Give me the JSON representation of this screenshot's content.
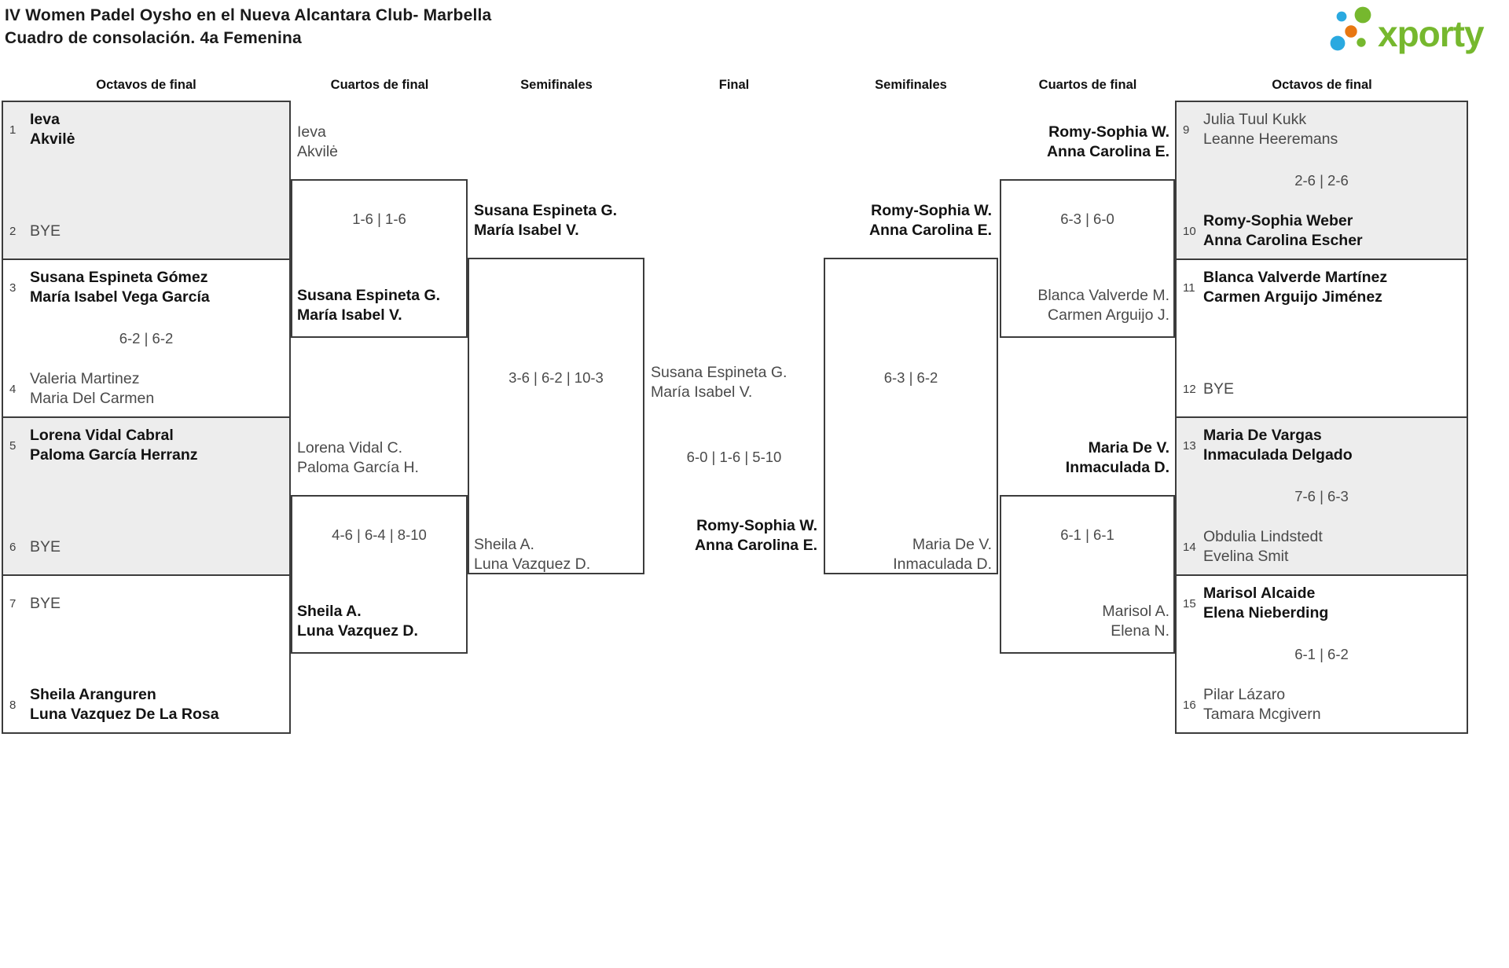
{
  "title": {
    "line1": "IV Women Padel Oysho en el Nueva Alcantara Club- Marbella",
    "line2": "Cuadro de consolación. 4a Femenina"
  },
  "logo": {
    "text": "xporty",
    "green": "#76b82e",
    "blue": "#2aa9e0",
    "orange": "#e87711"
  },
  "round_headers": [
    "Octavos de final",
    "Cuartos de final",
    "Semifinales",
    "Final",
    "Semifinales",
    "Cuartos de final",
    "Octavos de final"
  ],
  "octavos_left": [
    {
      "top": {
        "seed": "1",
        "line1": "Ieva",
        "line2": "Akvilė"
      },
      "score": "",
      "bottom": {
        "seed": "2",
        "line1": "BYE",
        "line2": ""
      }
    },
    {
      "top": {
        "seed": "3",
        "line1": "Susana Espineta Gómez",
        "line2": "María Isabel Vega García"
      },
      "score": "6-2 | 6-2",
      "bottom": {
        "seed": "4",
        "line1": "Valeria Martinez",
        "line2": "Maria Del Carmen"
      }
    },
    {
      "top": {
        "seed": "5",
        "line1": "Lorena Vidal Cabral",
        "line2": "Paloma García Herranz"
      },
      "score": "",
      "bottom": {
        "seed": "6",
        "line1": "BYE",
        "line2": ""
      }
    },
    {
      "top": {
        "seed": "7",
        "line1": "BYE",
        "line2": ""
      },
      "score": "",
      "bottom": {
        "seed": "8",
        "line1": "Sheila Aranguren",
        "line2": "Luna Vazquez De La Rosa"
      }
    }
  ],
  "octavos_right": [
    {
      "top": {
        "seed": "9",
        "line1": "Julia Tuul Kukk",
        "line2": "Leanne Heeremans"
      },
      "score": "2-6 | 2-6",
      "bottom": {
        "seed": "10",
        "line1": "Romy-Sophia Weber",
        "line2": "Anna Carolina Escher"
      }
    },
    {
      "top": {
        "seed": "11",
        "line1": "Blanca Valverde Martínez",
        "line2": "Carmen Arguijo Jiménez"
      },
      "score": "",
      "bottom": {
        "seed": "12",
        "line1": "BYE",
        "line2": ""
      }
    },
    {
      "top": {
        "seed": "13",
        "line1": "Maria De Vargas",
        "line2": "Inmaculada Delgado"
      },
      "score": "7-6 | 6-3",
      "bottom": {
        "seed": "14",
        "line1": "Obdulia Lindstedt",
        "line2": "Evelina Smit"
      }
    },
    {
      "top": {
        "seed": "15",
        "line1": "Marisol Alcaide",
        "line2": "Elena Nieberding"
      },
      "score": "6-1 | 6-2",
      "bottom": {
        "seed": "16",
        "line1": "Pilar Lázaro",
        "line2": "Tamara Mcgivern"
      }
    }
  ],
  "quarterfinals_left": [
    {
      "top": {
        "line1": "Ieva",
        "line2": "Akvilė"
      },
      "score": "1-6 | 1-6",
      "bottom": {
        "line1": "Susana Espineta G.",
        "line2": "María Isabel V."
      }
    },
    {
      "top": {
        "line1": "Lorena Vidal C.",
        "line2": "Paloma García H."
      },
      "score": "4-6 | 6-4 | 8-10",
      "bottom": {
        "line1": "Sheila A.",
        "line2": "Luna Vazquez D."
      }
    }
  ],
  "quarterfinals_right": [
    {
      "top": {
        "line1": "Romy-Sophia W.",
        "line2": "Anna Carolina E."
      },
      "score": "6-3 | 6-0",
      "bottom": {
        "line1": "Blanca Valverde M.",
        "line2": "Carmen Arguijo J."
      }
    },
    {
      "top": {
        "line1": "Maria De V.",
        "line2": "Inmaculada D."
      },
      "score": "6-1 | 6-1",
      "bottom": {
        "line1": "Marisol A.",
        "line2": "Elena N."
      }
    }
  ],
  "semifinal_left": {
    "top": {
      "line1": "Susana Espineta G.",
      "line2": "María Isabel V."
    },
    "score": "3-6 | 6-2 | 10-3",
    "bottom": {
      "line1": "Sheila A.",
      "line2": "Luna Vazquez D."
    }
  },
  "semifinal_right": {
    "top": {
      "line1": "Romy-Sophia W.",
      "line2": "Anna Carolina E."
    },
    "score": "6-3 | 6-2",
    "bottom": {
      "line1": "Maria De V.",
      "line2": "Inmaculada D."
    }
  },
  "final": {
    "team1": {
      "line1": "Susana Espineta G.",
      "line2": "María Isabel V."
    },
    "score": "6-0 | 1-6 | 5-10",
    "team2": {
      "line1": "Romy-Sophia W.",
      "line2": "Anna Carolina E."
    }
  }
}
